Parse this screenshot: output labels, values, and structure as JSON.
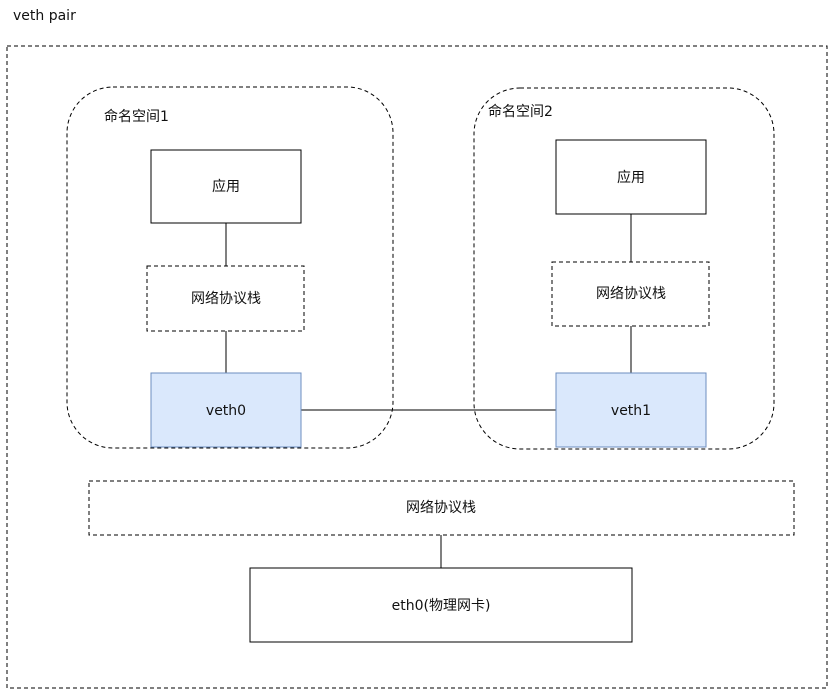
{
  "diagram": {
    "title": "veth pair",
    "namespace1": {
      "label": "命名空间1",
      "app": "应用",
      "stack": "网络协议栈",
      "veth": "veth0"
    },
    "namespace2": {
      "label": "命名空间2",
      "app": "应用",
      "stack": "网络协议栈",
      "veth": "veth1"
    },
    "host_stack": "网络协议栈",
    "nic": "eth0(物理网卡)",
    "colors": {
      "veth_fill": "#dae8fc",
      "veth_stroke": "#6c8ebf",
      "line": "#000000"
    }
  }
}
